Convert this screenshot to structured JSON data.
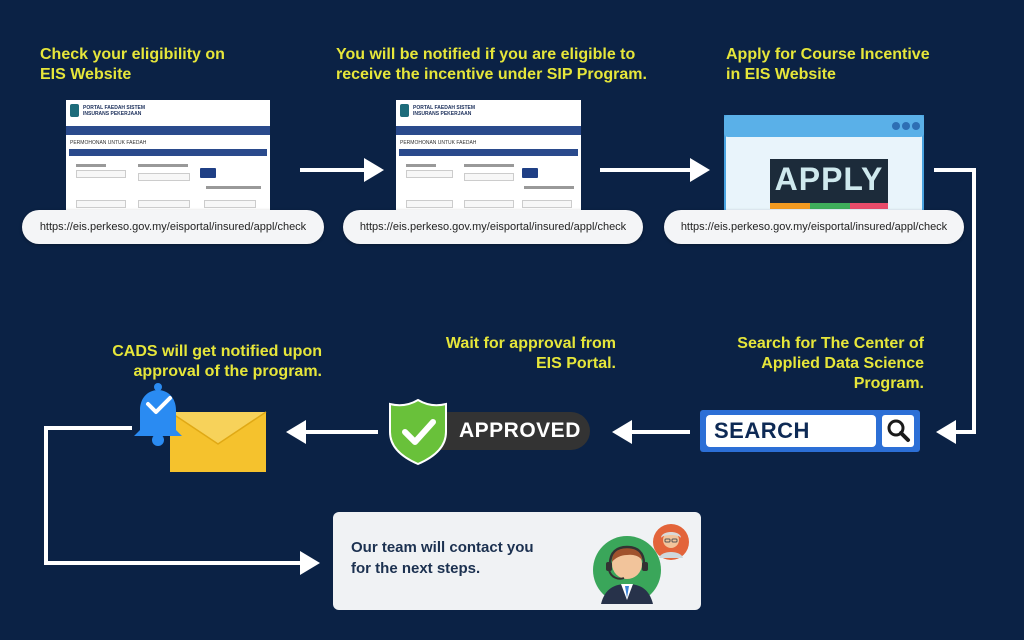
{
  "steps": {
    "check": {
      "heading_line1": "Check your eligibility on",
      "heading_line2": "EIS Website",
      "url": "https://eis.perkeso.gov.my/eisportal/insured/appl/check"
    },
    "notify": {
      "heading_line1": "You will be notified if you are eligible to",
      "heading_line2": "receive the incentive under SIP Program.",
      "url": "https://eis.perkeso.gov.my/eisportal/insured/appl/check"
    },
    "apply": {
      "heading_line1": "Apply for Course Incentive",
      "heading_line2": "in EIS Website",
      "button_label": "APPLY",
      "url": "https://eis.perkeso.gov.my/eisportal/insured/appl/check"
    },
    "search": {
      "heading_line1": "Search for The Center of",
      "heading_line2": "Applied Data Science",
      "heading_line3": "Program.",
      "search_label": "SEARCH"
    },
    "wait": {
      "heading_line1": "Wait for approval from",
      "heading_line2": "EIS Portal.",
      "badge_label": "APPROVED"
    },
    "cads": {
      "heading_line1": "CADS will get notified upon",
      "heading_line2": "approval of the program."
    },
    "contact": {
      "text_line1": "Our team will contact you",
      "text_line2": "for the next steps."
    }
  },
  "portal": {
    "title_line1": "PORTAL FAEDAH SISTEM",
    "title_line2": "INSURANS PEKERJAAN",
    "page_title": "PERMOHONAN UNTUK FAEDAH"
  },
  "colors": {
    "background": "#0b2245",
    "heading": "#e6e63a",
    "arrow": "#ffffff",
    "search_bar": "#2c6fd6",
    "envelope": "#f5c22d",
    "bell": "#2a8bf2",
    "shield": "#69c13a",
    "badge": "#333333"
  },
  "icons": [
    "bell-icon",
    "envelope-icon",
    "shield-check-icon",
    "magnifier-icon",
    "support-agent-icon",
    "senior-avatar-icon"
  ]
}
